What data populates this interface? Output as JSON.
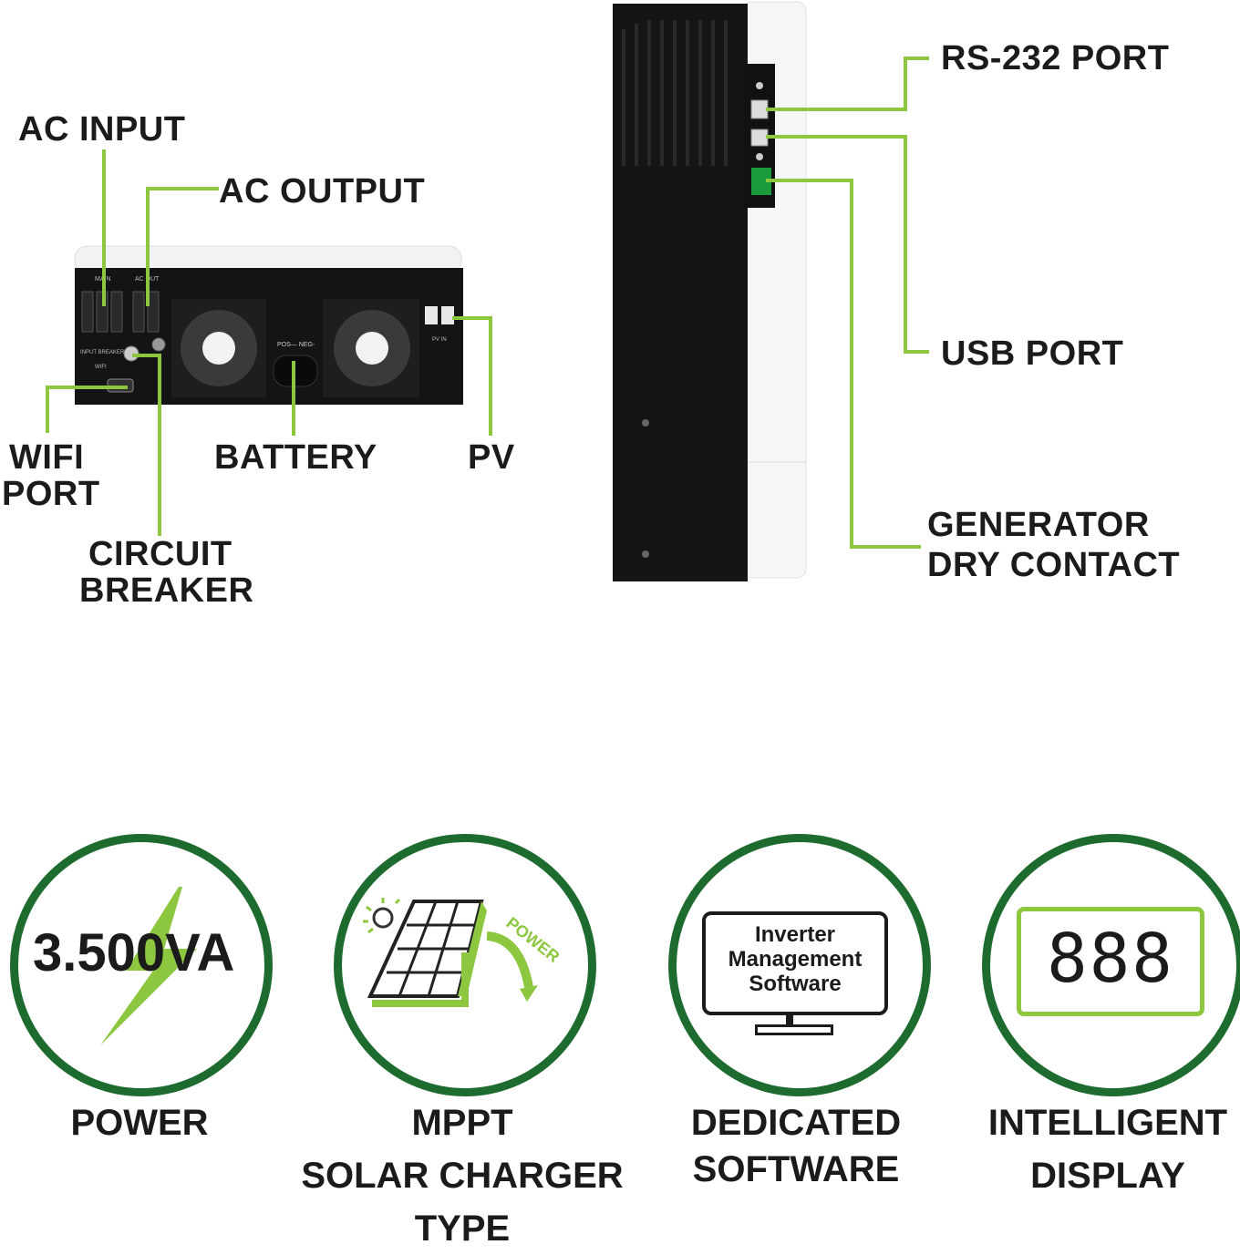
{
  "left_labels": {
    "ac_input": "AC INPUT",
    "ac_output": "AC OUTPUT",
    "wifi_port_line1": "WIFI",
    "wifi_port_line2": "PORT",
    "battery": "BATTERY",
    "pv": "PV",
    "circuit_breaker_line1": "CIRCUIT",
    "circuit_breaker_line2": "BREAKER"
  },
  "right_labels": {
    "rs232_port": "RS-232 PORT",
    "usb_port": "USB PORT",
    "generator_line1": "GENERATOR",
    "generator_line2": "DRY CONTACT"
  },
  "features": [
    {
      "icon": "lightning-bolt-icon",
      "value": "3.500VA",
      "caption_line1": "POWER",
      "caption_line2": "",
      "caption_line3": ""
    },
    {
      "icon": "solar-panel-icon",
      "arrow_text": "POWER",
      "caption_line1": "MPPT",
      "caption_line2": "SOLAR CHARGER",
      "caption_line3": "TYPE"
    },
    {
      "icon": "monitor-icon",
      "screen_line1": "Inverter",
      "screen_line2": "Management",
      "screen_line3": "Software",
      "caption_line1": "DEDICATED",
      "caption_line2": "SOFTWARE"
    },
    {
      "icon": "digital-display-icon",
      "display_text": "888",
      "caption_line1": "INTELLIGENT",
      "caption_line2": "DISPLAY"
    }
  ],
  "colors": {
    "accent_green": "#8dc63f",
    "circle_green": "#1e6b2f",
    "device_black": "#141414"
  }
}
